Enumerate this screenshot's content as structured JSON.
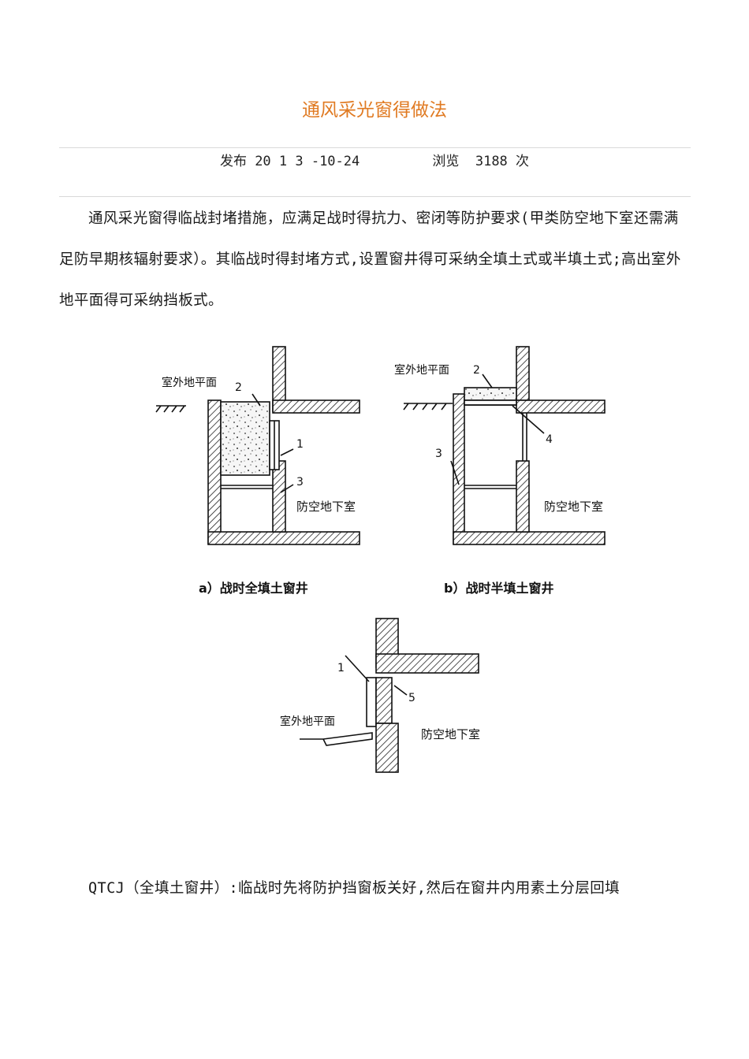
{
  "article": {
    "title": "通风采光窗得做法",
    "published_label": "发布 20 1 3 -10-24",
    "views_label": "浏览  3188 次",
    "intro": "通风采光窗得临战封堵措施，应满足战时得抗力、密闭等防护要求(甲类防空地下室还需满足防早期核辐射要求）。其临战时得封堵方式,设置窗井得可采纳全填土式或半填土式;高出室外地平面得可采纳挡板式。",
    "qtcj": "QTCJ（全填土窗井）:临战时先将防护挡窗板关好,然后在窗井内用素土分层回填"
  },
  "figure": {
    "outdoor_ground": "室外地平面",
    "shelter": "防空地下室",
    "caption_a": "a）战时全填土窗井",
    "caption_b": "b）战时半填土窗井",
    "num_1": "1",
    "num_2": "2",
    "num_3": "3",
    "num_4": "4",
    "num_5": "5"
  }
}
